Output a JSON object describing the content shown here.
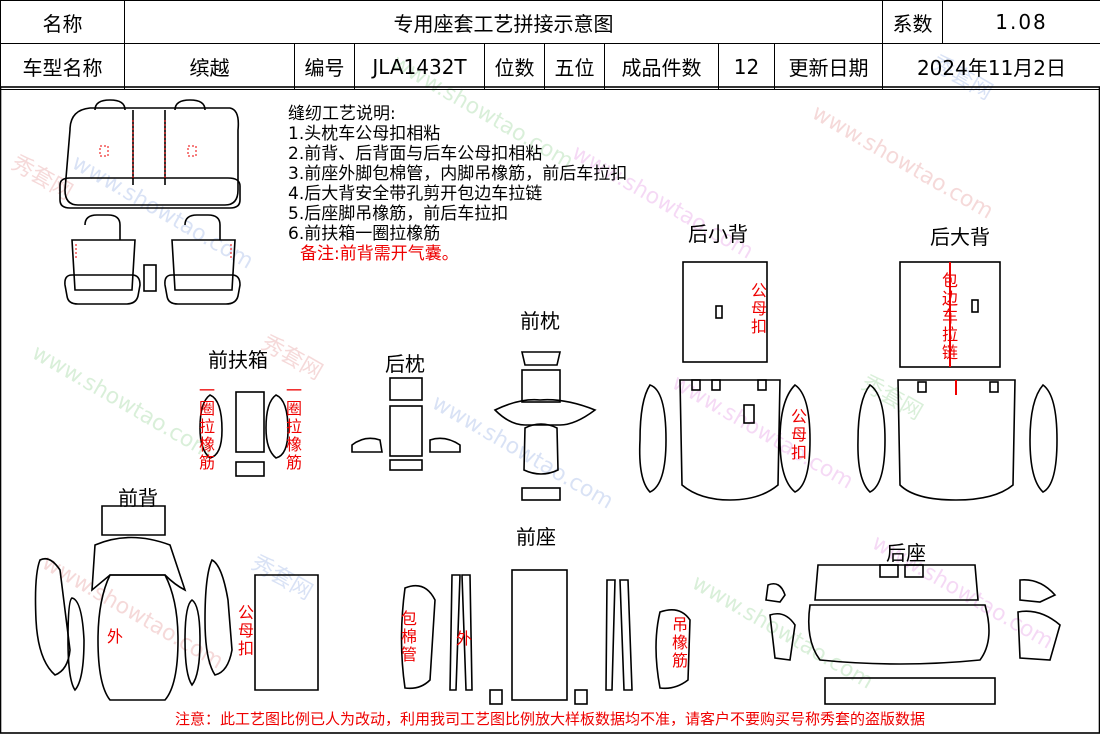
{
  "header": {
    "name_label": "名称",
    "title": "专用座套工艺拼接示意图",
    "coef_label": "系数",
    "coef_value": "1.08",
    "model_label": "车型名称",
    "model_value": "缤越",
    "code_label": "编号",
    "code_value": "JLA1432T",
    "seats_label": "位数",
    "seats_value": "五位",
    "pieces_label": "成品件数",
    "pieces_value": "12",
    "date_label": "更新日期",
    "date_value": "2024年11月2日"
  },
  "notes": {
    "title": "缝纫工艺说明:",
    "items": [
      "1.头枕车公母扣相粘",
      "2.前背、后背面与后车公母扣相粘",
      "3.前座外脚包棉管，内脚吊橡筋，前后车拉扣",
      "4.后大背安全带孔剪开包边车拉链",
      "5.后座脚吊橡筋，前后车拉扣",
      "6.前扶箱一圈拉橡筋"
    ],
    "memo": "备注:前背需开气囊。"
  },
  "sections": {
    "rear_small_back": "后小背",
    "rear_big_back": "后大背",
    "front_headrest": "前枕",
    "front_armrest": "前扶箱",
    "rear_headrest": "后枕",
    "front_back": "前背",
    "front_seat": "前座",
    "rear_seat": "后座"
  },
  "annotations": {
    "snap": "公母扣",
    "zipper": "包边车拉链",
    "elastic": "一圈拉橡筋",
    "outer": "外",
    "cotton": "包棉管",
    "hang": "吊橡筋"
  },
  "watermark": {
    "cn": "秀套网",
    "url": "www.showtao.com"
  },
  "footer": "注意：此工艺图比例已人为改动，利用我司工艺图比例放大样板数据均不准，请客户不要购买号称秀套的盗版数据"
}
